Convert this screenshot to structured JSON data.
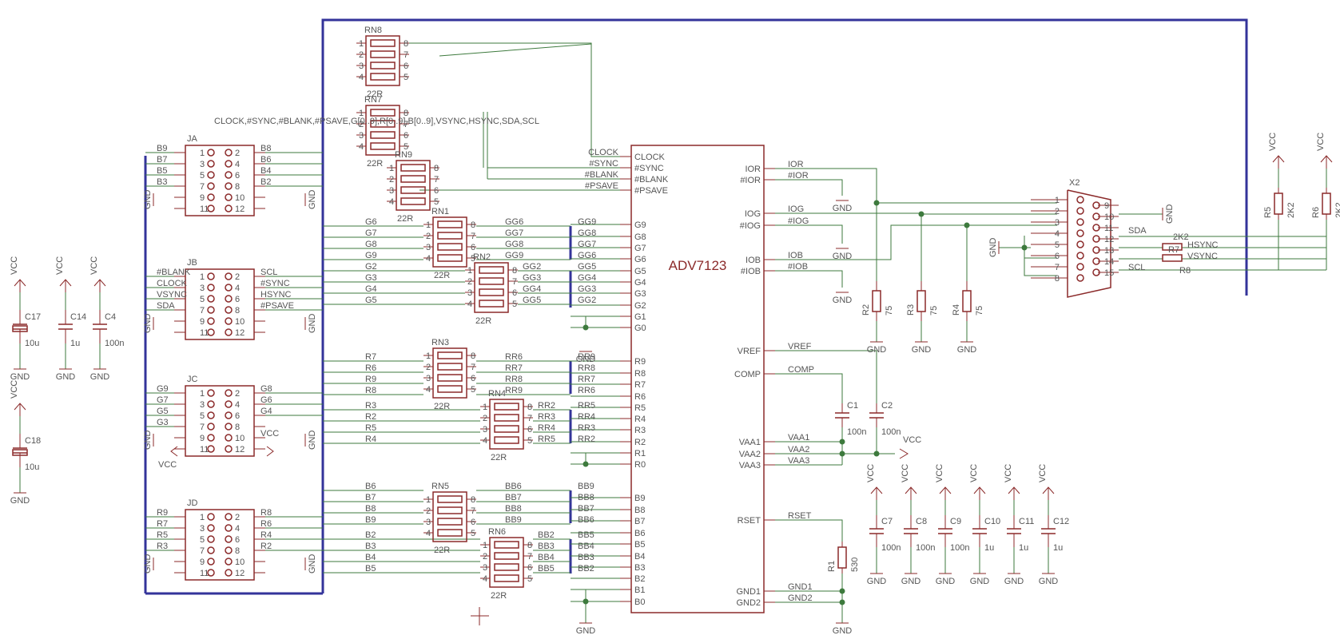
{
  "chip": {
    "name": "ADV7123",
    "left_pins": [
      "CLOCK",
      "#SYNC",
      "#BLANK",
      "#PSAVE",
      "G9",
      "G8",
      "G7",
      "G6",
      "G5",
      "G4",
      "G3",
      "G2",
      "G1",
      "G0",
      "R9",
      "R8",
      "R7",
      "R6",
      "R5",
      "R4",
      "R3",
      "R2",
      "R1",
      "R0",
      "B9",
      "B8",
      "B7",
      "B6",
      "B5",
      "B4",
      "B3",
      "B2",
      "B1",
      "B0"
    ],
    "right_pins": [
      "IOR",
      "#IOR",
      "IOG",
      "#IOG",
      "IOB",
      "#IOB",
      "VREF",
      "COMP",
      "VAA1",
      "VAA2",
      "VAA3",
      "RSET",
      "GND1",
      "GND2"
    ]
  },
  "bus_label": "CLOCK,#SYNC,#BLANK,#PSAVE,G[0..9],R[0..9],B[0..9],VSYNC,HSYNC,SDA,SCL",
  "connectors": [
    {
      "name": "JA",
      "left": [
        "B9",
        "B7",
        "B5",
        "B3",
        "",
        ""
      ],
      "right": [
        "B8",
        "B6",
        "B4",
        "B2",
        "",
        ""
      ],
      "gnd_left": "GND",
      "gnd_right": "GND"
    },
    {
      "name": "JB",
      "left": [
        "#BLANK",
        "CLOCK",
        "VSYNC",
        "SDA",
        "",
        ""
      ],
      "right": [
        "SCL",
        "#SYNC",
        "HSYNC",
        "#PSAVE",
        "",
        ""
      ],
      "gnd_left": "GND",
      "gnd_right": "GND"
    },
    {
      "name": "JC",
      "left": [
        "G9",
        "G7",
        "G5",
        "G3",
        "",
        ""
      ],
      "right": [
        "G8",
        "G6",
        "G4",
        "",
        "VCC",
        ""
      ],
      "gnd_left": "GND",
      "gnd_right": "GND",
      "vcc": "VCC"
    },
    {
      "name": "JD",
      "left": [
        "R9",
        "R7",
        "R5",
        "R3",
        "",
        ""
      ],
      "right": [
        "R8",
        "R6",
        "R4",
        "R2",
        "",
        ""
      ],
      "gnd_left": "GND",
      "gnd_right": "GND"
    }
  ],
  "resistor_networks": [
    {
      "name": "RN8",
      "value": "22R"
    },
    {
      "name": "RN7",
      "value": "22R"
    },
    {
      "name": "RN9",
      "value": "22R"
    },
    {
      "name": "RN1",
      "value": "22R"
    },
    {
      "name": "RN2",
      "value": "22R"
    },
    {
      "name": "RN3",
      "value": "22R"
    },
    {
      "name": "RN4",
      "value": "22R"
    },
    {
      "name": "RN5",
      "value": "22R"
    },
    {
      "name": "RN6",
      "value": "22R"
    }
  ],
  "net_groups": [
    {
      "left": [
        "G6",
        "G7",
        "G8",
        "G9"
      ],
      "mid": [
        "GG6",
        "GG7",
        "GG8",
        "GG9"
      ],
      "right": [
        "GG9",
        "GG8",
        "GG7",
        "GG6"
      ]
    },
    {
      "left": [
        "G2",
        "G3",
        "G4",
        "G5"
      ],
      "mid": [
        "GG2",
        "GG3",
        "GG4",
        "GG5"
      ],
      "right": [
        "GG5",
        "GG4",
        "GG3",
        "GG2"
      ]
    },
    {
      "left": [
        "R7",
        "R6",
        "R9",
        "R8"
      ],
      "mid": [
        "RR6",
        "RR7",
        "RR8",
        "RR9"
      ],
      "right": [
        "RR9",
        "RR8",
        "RR7",
        "RR6"
      ]
    },
    {
      "left": [
        "R3",
        "R2",
        "R5",
        "R4"
      ],
      "mid": [
        "RR2",
        "RR3",
        "RR4",
        "RR5"
      ],
      "right": [
        "RR5",
        "RR4",
        "RR3",
        "RR2"
      ]
    },
    {
      "left": [
        "B6",
        "B7",
        "B8",
        "B9"
      ],
      "mid": [
        "BB6",
        "BB7",
        "BB8",
        "BB9"
      ],
      "right": [
        "BB9",
        "BB8",
        "BB7",
        "BB6"
      ]
    },
    {
      "left": [
        "B2",
        "B3",
        "B4",
        "B5"
      ],
      "mid": [
        "BB2",
        "BB3",
        "BB4",
        "BB5"
      ],
      "right": [
        "BB5",
        "BB4",
        "BB3",
        "BB2"
      ]
    }
  ],
  "dsub": {
    "name": "X2",
    "left_pins": [
      "1",
      "2",
      "3",
      "4",
      "5",
      "6",
      "7",
      "8"
    ],
    "right_pins": [
      "9",
      "10",
      "11",
      "12",
      "13",
      "14",
      "15"
    ],
    "nets": [
      "SDA",
      "HSYNC",
      "VSYNC",
      "SCL"
    ],
    "gnd": "GND"
  },
  "resistors": [
    {
      "name": "R2",
      "value": "75",
      "gnd": "GND"
    },
    {
      "name": "R3",
      "value": "75",
      "gnd": "GND"
    },
    {
      "name": "R4",
      "value": "75",
      "gnd": "GND"
    },
    {
      "name": "R5",
      "value": "2K2",
      "vcc": "VCC"
    },
    {
      "name": "R6",
      "value": "2K2",
      "vcc": "VCC"
    },
    {
      "name": "R1",
      "value": "530"
    },
    {
      "name": "R7",
      "value": "2K2"
    },
    {
      "name": "R8",
      "value": "2K2"
    }
  ],
  "caps_left": [
    {
      "name": "C17",
      "value": "10u",
      "vcc": "VCC",
      "gnd": "GND"
    },
    {
      "name": "C14",
      "value": "1u",
      "vcc": "VCC",
      "gnd": "GND"
    },
    {
      "name": "C4",
      "value": "100n",
      "vcc": "VCC",
      "gnd": "GND"
    },
    {
      "name": "C18",
      "value": "10u",
      "vcc": "VCC",
      "gnd": "GND"
    }
  ],
  "caps_bottom": [
    {
      "name": "C7",
      "value": "100n"
    },
    {
      "name": "C8",
      "value": "100n"
    },
    {
      "name": "C9",
      "value": "100n"
    },
    {
      "name": "C10",
      "value": "1u"
    },
    {
      "name": "C11",
      "value": "1u"
    },
    {
      "name": "C12",
      "value": "1u"
    }
  ],
  "comp_caps": [
    {
      "name": "C1",
      "value": "100n"
    },
    {
      "name": "C2",
      "value": "100n"
    }
  ],
  "power": {
    "vcc": "VCC",
    "gnd": "GND"
  }
}
